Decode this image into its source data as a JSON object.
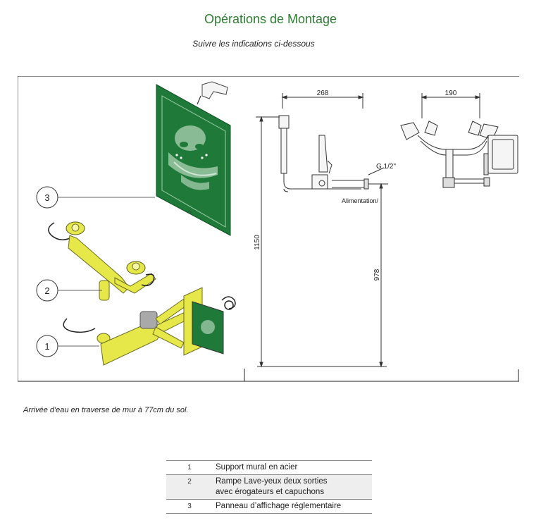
{
  "header": {
    "title": "Opérations de Montage",
    "subtitle": "Suivre les indications ci-dessous"
  },
  "drawing": {
    "callouts": [
      "3",
      "2",
      "1"
    ],
    "dimensions": {
      "width_front": "268",
      "width_side": "190",
      "thread": "G 1/2\"",
      "inlet": "Alimentation/",
      "height_total": "1150",
      "height_inlet": "978"
    }
  },
  "note": "Arrivée d'eau  en traverse de mur à 77cm du sol.",
  "legend": {
    "items": [
      {
        "num": "1",
        "text": "Support mural en acier",
        "text2": ""
      },
      {
        "num": "2",
        "text": "Rampe Lave-yeux deux sorties",
        "text2": "avec érogateurs et capuchons"
      },
      {
        "num": "3",
        "text": "Panneau d’affichage réglementaire",
        "text2": ""
      }
    ]
  },
  "colors": {
    "title_green": "#2e7d32",
    "sign_green": "#1f7a3a",
    "pipe_yellow": "#e6e84a"
  }
}
